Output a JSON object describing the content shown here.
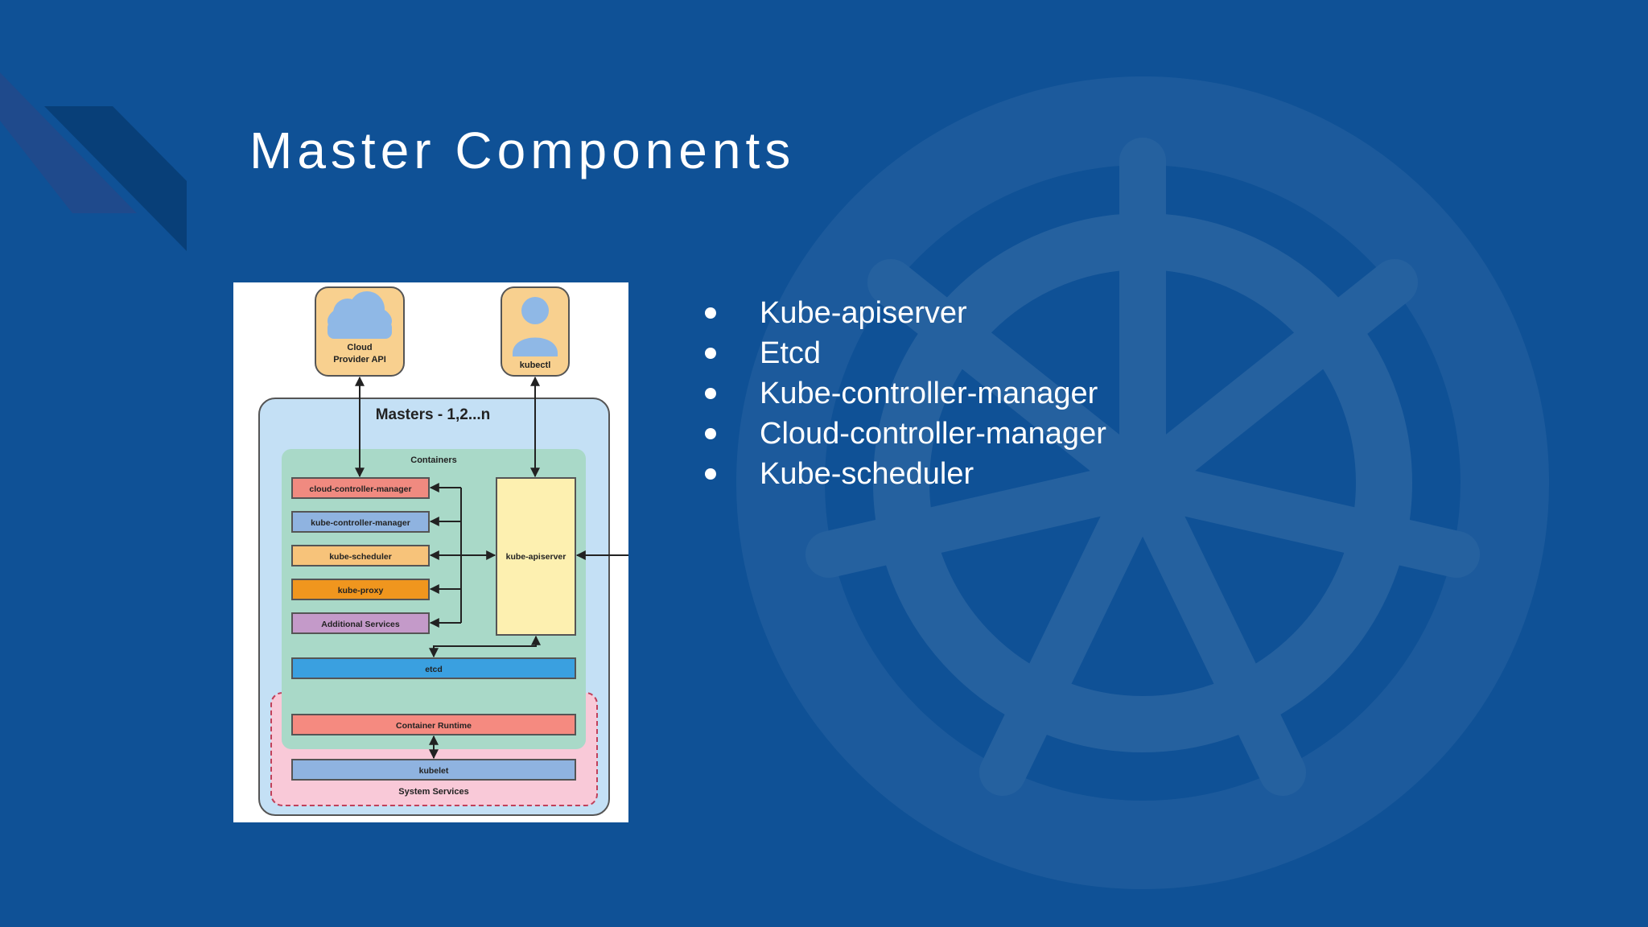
{
  "slide": {
    "title": "Master Components",
    "colors": {
      "background": "#0f5196",
      "text": "#ffffff"
    },
    "bullets": [
      {
        "text": "Kube-apiserver"
      },
      {
        "text": "Etcd"
      },
      {
        "text": "Kube-controller-manager"
      },
      {
        "text": "Cloud-controller-manager"
      },
      {
        "text": "Kube-scheduler"
      }
    ]
  },
  "diagram": {
    "cloud_label_1": "Cloud",
    "cloud_label_2": "Provider API",
    "kubectl_label": "kubectl",
    "masters_label": "Masters - 1,2...n",
    "containers_label": "Containers",
    "components": [
      {
        "label": "cloud-controller-manager",
        "color": "#f08a80"
      },
      {
        "label": "kube-controller-manager",
        "color": "#8fb3e0"
      },
      {
        "label": "kube-scheduler",
        "color": "#f7c37a"
      },
      {
        "label": "kube-proxy",
        "color": "#f0961e"
      },
      {
        "label": "Additional Services",
        "color": "#c49ac9"
      }
    ],
    "apiserver_label": "kube-apiserver",
    "etcd_label": "etcd",
    "runtime_label": "Container Runtime",
    "kubelet_label": "kubelet",
    "system_services_label": "System Services",
    "icons": [
      "cloud-icon",
      "user-icon"
    ]
  }
}
